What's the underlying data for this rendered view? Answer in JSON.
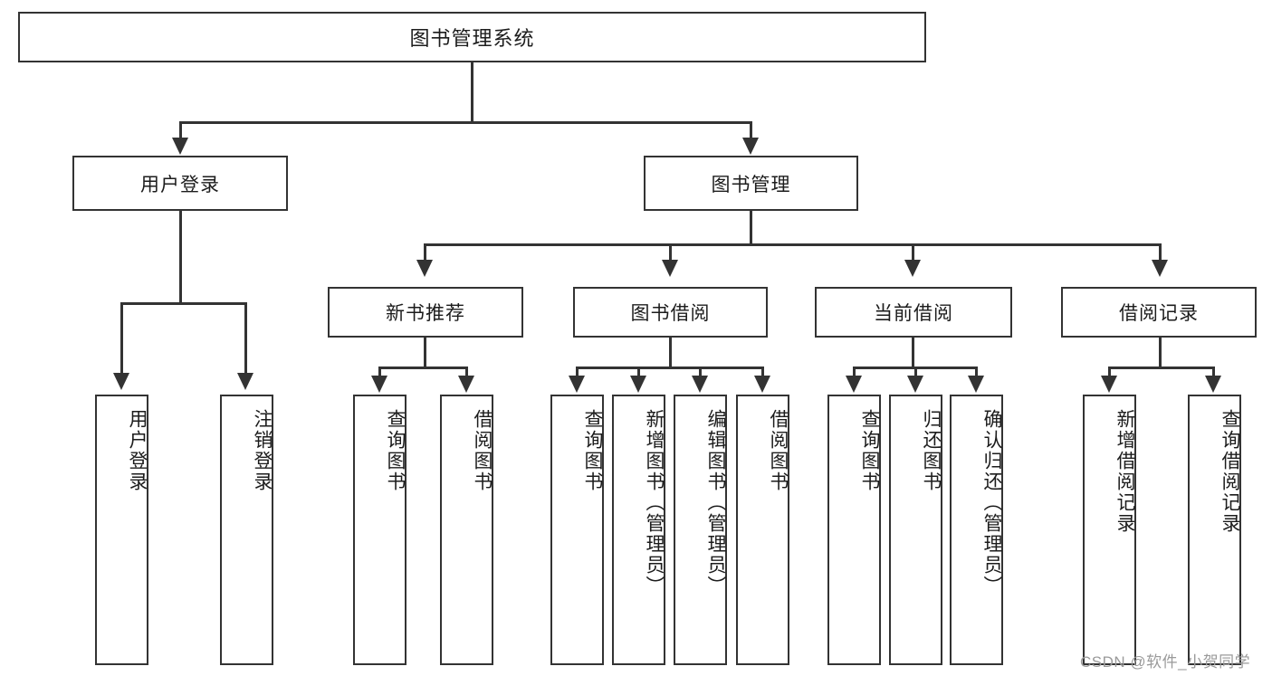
{
  "diagram": {
    "type": "tree-hierarchy-diagram",
    "title": "图书管理系统",
    "watermark": "CSDN @软件_小贺同学",
    "colors": {
      "box_border": "#333333",
      "box_fill": "#ffffff",
      "connector": "#333333",
      "text": "#1c1c1c",
      "watermark": "#9a9a9a",
      "background": "#ffffff"
    },
    "root": {
      "label": "图书管理系统"
    },
    "level2": [
      {
        "label": "用户登录"
      },
      {
        "label": "图书管理"
      }
    ],
    "level3": [
      {
        "label": "新书推荐"
      },
      {
        "label": "图书借阅"
      },
      {
        "label": "当前借阅"
      },
      {
        "label": "借阅记录"
      }
    ],
    "leaves": {
      "user_login": [
        {
          "label": "用户登录"
        },
        {
          "label": "注销登录"
        }
      ],
      "new_book_recommend": [
        {
          "label": "查询图书"
        },
        {
          "label": "借阅图书"
        }
      ],
      "book_borrow": [
        {
          "label": "查询图书"
        },
        {
          "label": "新增图书（管理员）"
        },
        {
          "label": "编辑图书（管理员）"
        },
        {
          "label": "借阅图书"
        }
      ],
      "current_borrow": [
        {
          "label": "查询图书"
        },
        {
          "label": "归还图书"
        },
        {
          "label": "确认归还（管理员）"
        }
      ],
      "borrow_record": [
        {
          "label": "新增借阅记录"
        },
        {
          "label": "查询借阅记录"
        }
      ]
    }
  }
}
